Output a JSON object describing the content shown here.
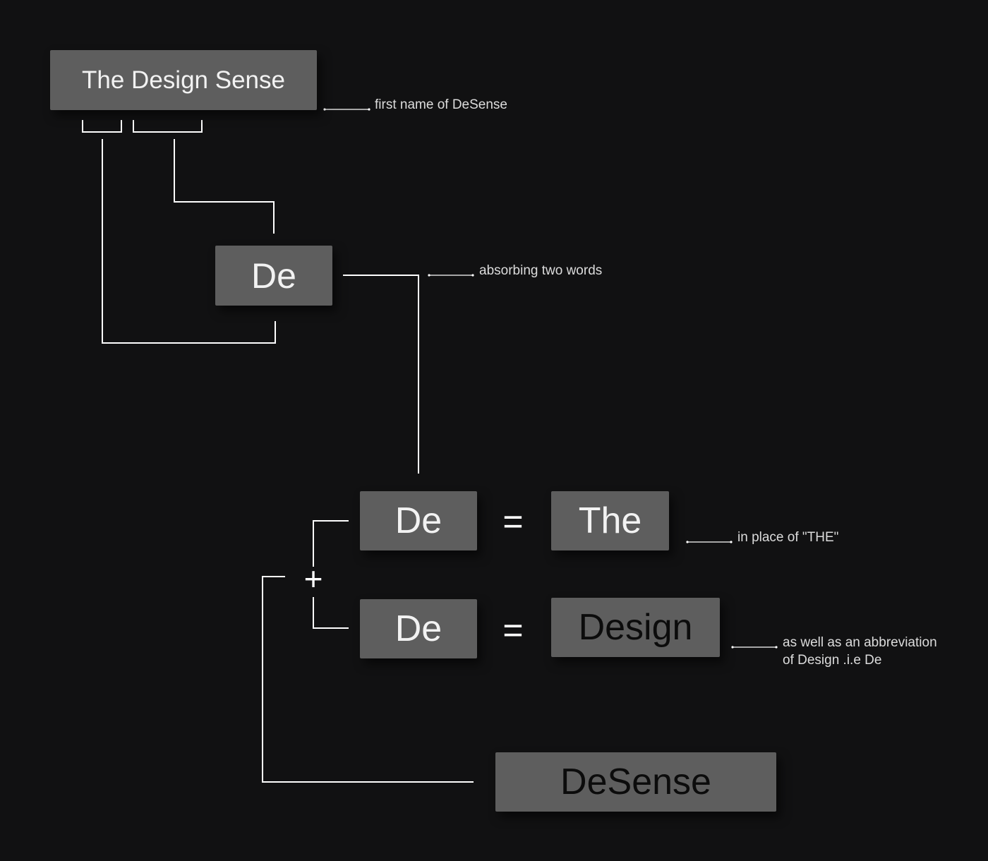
{
  "boxes": {
    "full_name": "The Design Sense",
    "de_absorbed": "De",
    "de_the": "De",
    "the_word": "The",
    "de_design": "De",
    "design_word": "Design",
    "desense": "DeSense"
  },
  "annotations": {
    "first_name": "first name of DeSense",
    "absorbing": "absorbing two words",
    "in_place_of": "in place of \"THE\"",
    "abbreviation_line1": "as well as an abbreviation",
    "abbreviation_line2": "of Design .i.e De"
  },
  "symbols": {
    "plus": "+",
    "equals_1": "=",
    "equals_2": "="
  },
  "colors": {
    "background": "#111112",
    "box_fill": "#5e5e5e",
    "line": "#ffffff",
    "annotation_text": "#dcdcdc",
    "box_text_light": "#f2f2f2",
    "box_text_dark": "#0c0c0c"
  }
}
